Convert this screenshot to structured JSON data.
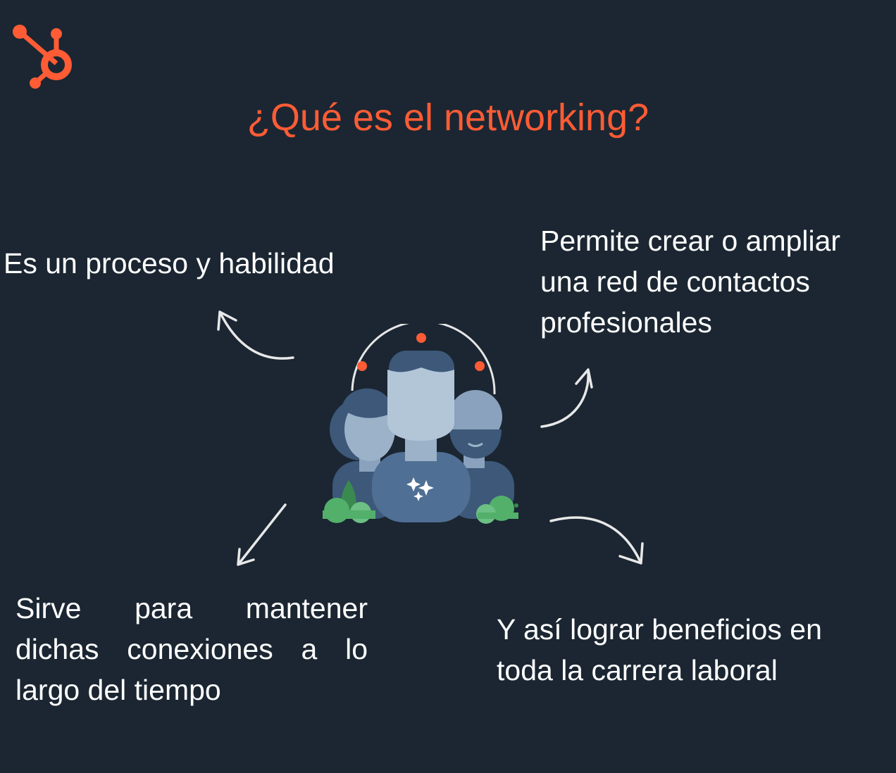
{
  "brand": {
    "logo": "hubspot-sprocket-logo",
    "accent_color": "#ff5c35",
    "background_color": "#1b2632"
  },
  "title": "¿Qué es el networking?",
  "points": {
    "process": "Es un proceso y habilidad",
    "create_network": [
      "Permite crear o ampliar",
      "una red de contactos",
      "profesionales"
    ],
    "maintain": "Sirve para mantener dichas conexiones a lo largo del tiempo",
    "benefits": [
      "Y así lograr beneficios en",
      "toda la carrera laboral"
    ]
  },
  "illustration": "group-of-people-network-icon"
}
